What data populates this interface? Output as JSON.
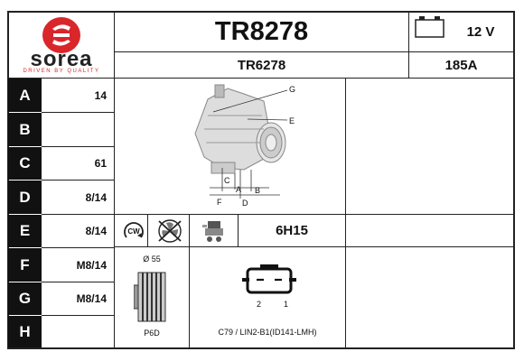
{
  "brand": {
    "name": "sorea",
    "tagline": "DRIVEN BY QUALITY",
    "color": "#d9262b"
  },
  "header": {
    "part_number": "TR8278",
    "alt_number": "TR6278",
    "voltage": "12 V",
    "amperage": "185A"
  },
  "rows": [
    {
      "label": "A",
      "value": "14"
    },
    {
      "label": "B",
      "value": ""
    },
    {
      "label": "C",
      "value": "61"
    },
    {
      "label": "D",
      "value": "8/14"
    },
    {
      "label": "E",
      "value": "8/14"
    },
    {
      "label": "F",
      "value": "M8/14"
    },
    {
      "label": "G",
      "value": "M8/14"
    },
    {
      "label": "H",
      "value": ""
    }
  ],
  "diagram": {
    "labels": {
      "g": "G",
      "e": "E",
      "c": "C",
      "a": "A",
      "b": "B",
      "f": "F",
      "d": "D"
    }
  },
  "rotation": {
    "direction": "CW"
  },
  "fan_config": "6H15",
  "pulley": {
    "diameter": "Ø 55",
    "type": "P6D"
  },
  "connector": {
    "pin2": "2",
    "pin1": "1",
    "code": "C79 / LIN2-B1(ID141-LMH)"
  },
  "icons": [
    "battery-icon",
    "rotation-cw-icon",
    "no-fan-icon",
    "regulator-icon",
    "pulley-icon",
    "connector-icon",
    "alternator-drawing"
  ]
}
